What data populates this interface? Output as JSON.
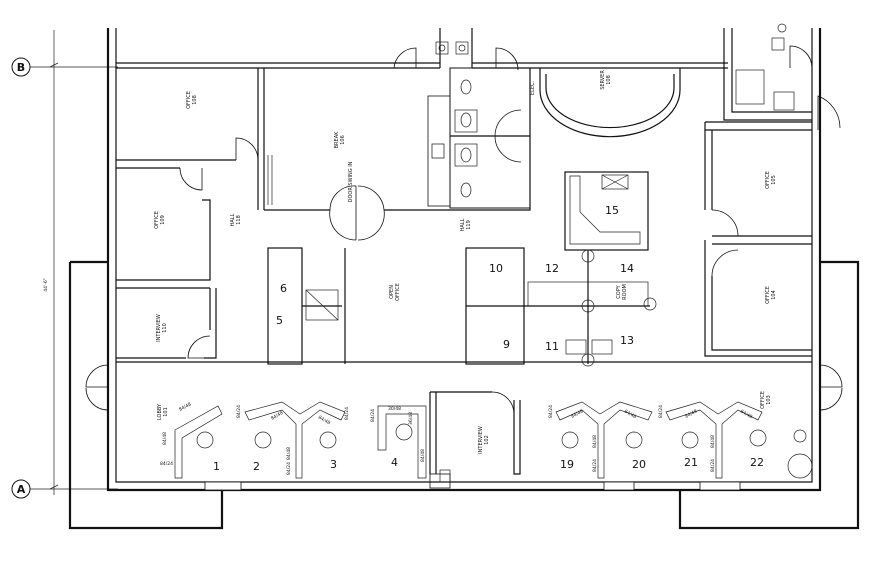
{
  "grid_lines": {
    "b": "B",
    "a": "A"
  },
  "overall_dimension": "44'-6\"",
  "rooms": {
    "office_top_left": {
      "name": "OFFICE",
      "number": "108"
    },
    "office_mid_left": {
      "name": "OFFICE",
      "number": "109"
    },
    "interview_left": {
      "name": "INTERVIEW",
      "number": "110"
    },
    "break": {
      "name": "BREAK",
      "number": "106"
    },
    "hall": {
      "name": "HALL",
      "number": "118"
    },
    "open_office": {
      "name": "OPEN",
      "number": "OFFICE"
    },
    "copy_room": {
      "name": "COPY",
      "number": "ROOM"
    },
    "elec": {
      "name": "ELEC.",
      "number": ""
    },
    "server": {
      "name": "SERVER",
      "number": "108"
    },
    "hall_b": {
      "name": "HALL",
      "number": "119"
    },
    "office_right_top": {
      "name": "OFFICE",
      "number": "105"
    },
    "office_right_bottom": {
      "name": "OFFICE",
      "number": "104"
    },
    "lobby": {
      "name": "LOBBY",
      "number": "101"
    },
    "interview_mid": {
      "name": "INTERVIEW",
      "number": "102"
    },
    "office_front_right": {
      "name": "OFFICE",
      "number": "103"
    }
  },
  "notes": {
    "door_swing": "DOOR SWING IN"
  },
  "workstations": [
    "1",
    "2",
    "3",
    "4",
    "5",
    "6",
    "9",
    "10",
    "11",
    "12",
    "13",
    "14",
    "15",
    "19",
    "20",
    "21",
    "22"
  ],
  "cabinet_dims": {
    "a": "84/48",
    "b": "84/24",
    "c": "24/48",
    "d": "30/48",
    "e": "48/24",
    "f": "36/48"
  }
}
